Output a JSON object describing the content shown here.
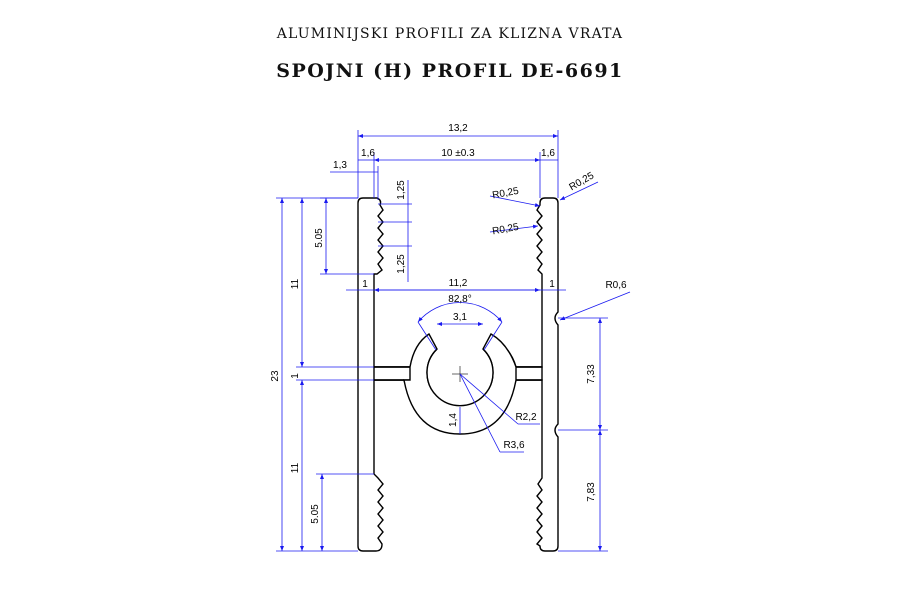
{
  "header": {
    "subtitle": "ALUMINIJSKI PROFILI ZA KLIZNA VRATA",
    "title": "SPOJNI (H) PROFIL DE-6691"
  },
  "dimensions": {
    "overall_width": "13,2",
    "left_flange": "1,6",
    "inner_gap": "10 ±0.3",
    "right_flange": "1,6",
    "left_offset": "1,3",
    "tooth_pitch_a": "1,25",
    "tooth_pitch_b": "1,25",
    "serration_height_top": "5.05",
    "upper_height": "11",
    "total_height": "23",
    "web_thickness": "1",
    "lower_height": "11",
    "serration_height_bottom": "5.05",
    "radius_top_outer": "R0,25",
    "radius_top_inner": "R0,25",
    "radius_tooth": "R0,25",
    "radius_groove": "R0,6",
    "inner_width": "11,2",
    "wall_left": "1",
    "wall_right": "1",
    "angle": "82,8°",
    "opening": "3,1",
    "inner_radius": "R2,2",
    "outer_radius": "R3,6",
    "ring_thickness": "1,4",
    "groove_spacing_upper": "7,33",
    "groove_spacing_lower": "7,83"
  },
  "colors": {
    "dimension_lines": "#1a1af0",
    "profile_outline": "#000000"
  }
}
